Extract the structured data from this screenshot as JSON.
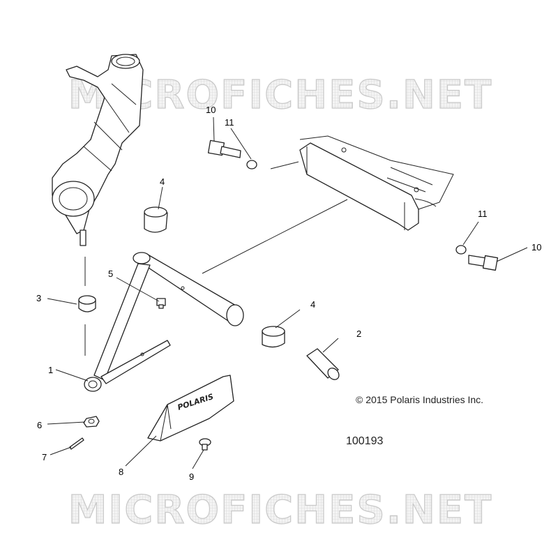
{
  "watermark": {
    "top": "MICROFICHES.NET",
    "bottom": "MICROFICHES.NET"
  },
  "copyright": "© 2015 Polaris Industries Inc.",
  "diagram_number": "100193",
  "guard_brand": "POLARIS",
  "callouts": {
    "c1": "1",
    "c2": "2",
    "c3": "3",
    "c4a": "4",
    "c4b": "4",
    "c5": "5",
    "c6": "6",
    "c7": "7",
    "c8": "8",
    "c9": "9",
    "c10a": "10",
    "c10b": "10",
    "c11a": "11",
    "c11b": "11"
  }
}
